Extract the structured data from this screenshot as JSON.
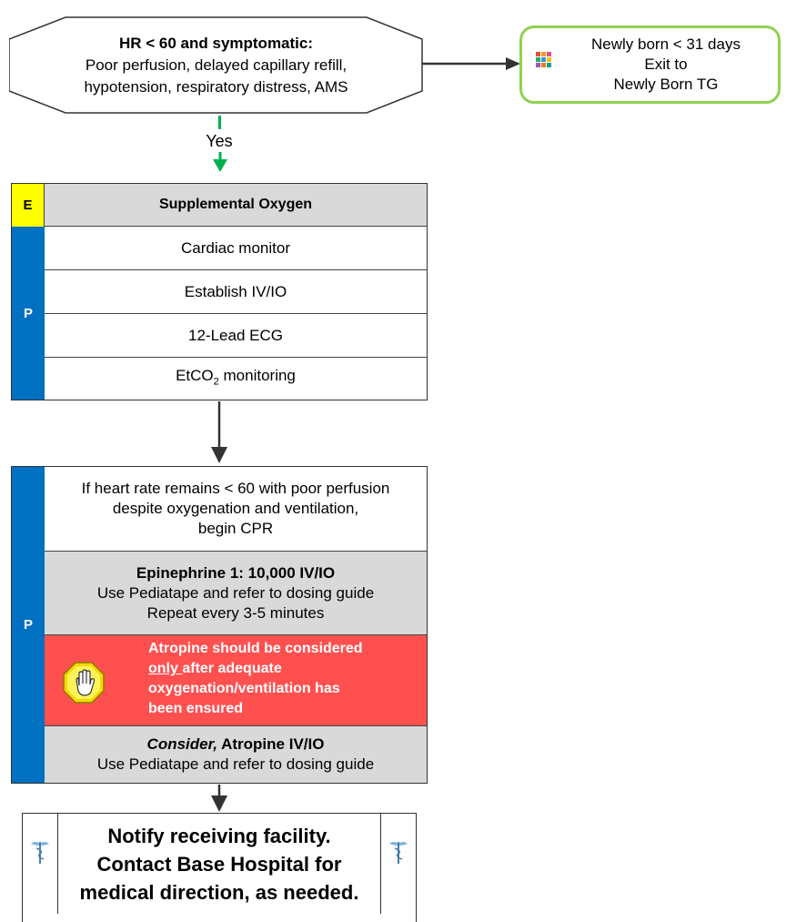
{
  "decision": {
    "title": "HR < 60 and symptomatic:",
    "line1": "Poor perfusion, delayed capillary refill,",
    "line2": "hypotension, respiratory distress, AMS",
    "yes_label": "Yes"
  },
  "newborn": {
    "line1": "Newly born < 31 days",
    "line2": "Exit to",
    "line3": "Newly Born TG",
    "icon": "color-grid-icon"
  },
  "block1": {
    "e_letter": "E",
    "e_row": "Supplemental Oxygen",
    "p_letter": "P",
    "p_rows": [
      "Cardiac monitor",
      "Establish IV/IO",
      "12-Lead ECG"
    ],
    "etco2_prefix": "EtCO",
    "etco2_sub": "2",
    "etco2_suffix": " monitoring"
  },
  "block2": {
    "p_letter": "P",
    "cpr_line1": "If heart rate remains < 60 with poor perfusion",
    "cpr_line2": "despite oxygenation and ventilation,",
    "cpr_line3": "begin CPR",
    "epi_title": "Epinephrine 1: 10,000 IV/IO",
    "epi_line1": "Use Pediatape and refer to dosing guide",
    "epi_line2": "Repeat every 3-5 minutes",
    "warn_line1": "Atropine should be considered",
    "warn_only": "only ",
    "warn_line2": "after adequate",
    "warn_line3": "oxygenation/ventilation has",
    "warn_line4": "been ensured",
    "warn_icon": "stop-hand-icon",
    "atropine_consider": "Consider,",
    "atropine_title": " Atropine IV/IO",
    "atropine_line1": "Use Pediatape and refer to dosing guide"
  },
  "notify": {
    "line1": "Notify receiving facility.",
    "line2": "Contact Base Hospital for",
    "line3": "medical direction, as needed.",
    "icon": "caduceus-icon"
  },
  "colors": {
    "e_letter_bg": "#ffff00",
    "p_letter_bg": "#0070c0",
    "gray_row": "#d9d9d9",
    "warning_row": "#ff5050",
    "newborn_border": "#92d050",
    "yes_arrow": "#00b050"
  }
}
